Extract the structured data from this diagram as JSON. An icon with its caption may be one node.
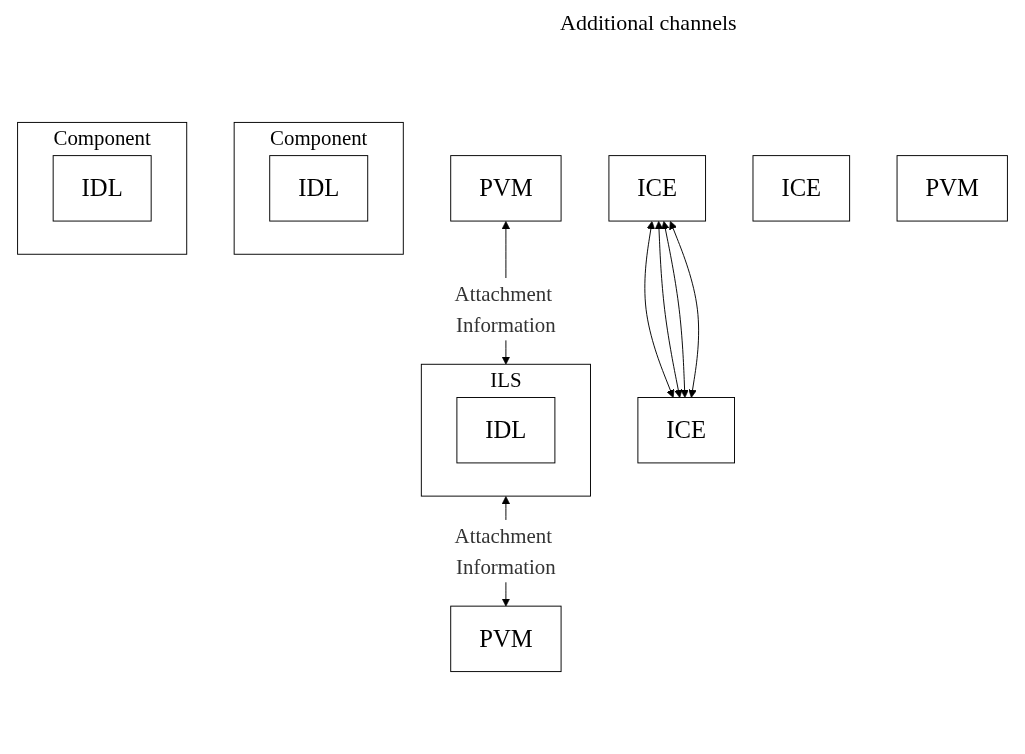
{
  "diagram": {
    "nodes": [
      {
        "text": [
          "Component"
        ]
      },
      {
        "text": [
          "IDL"
        ],
        "in": 0
      },
      {
        "text": [
          "ICE"
        ]
      },
      {
        "text": [
          "PVM"
        ]
      },
      {
        "text": [
          "Component"
        ]
      },
      {
        "text": [
          "IDL"
        ],
        "in": 4
      },
      {
        "text": [
          "ICE"
        ]
      },
      {
        "text": [
          "PVM"
        ]
      },
      {
        "text": [
          "ILS"
        ]
      },
      {
        "text": [
          "IDL"
        ],
        "in": 8
      },
      {
        "text": [
          "ICE"
        ]
      },
      {
        "text": [
          "PVM"
        ]
      }
    ],
    "edges": [
      {
        "from": 2,
        "to": 6,
        "arrow": "both"
      },
      {
        "from": 2,
        "to": 6,
        "arrow": "both"
      },
      {
        "from": 2,
        "to": 6,
        "arrow": "both"
      },
      {
        "from": 2,
        "to": 6,
        "arrow": "both"
      },
      {
        "from": 3,
        "to": 8,
        "arrow": "both",
        "label": "Attachment Information"
      },
      {
        "from": 8,
        "to": 7,
        "arrow": "both",
        "label": "Attachment Information"
      }
    ],
    "labels": [
      "Additional channels"
    ]
  }
}
